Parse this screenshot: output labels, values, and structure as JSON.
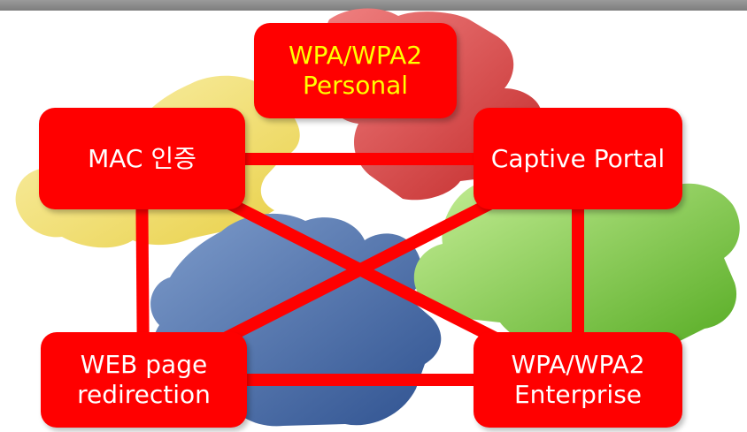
{
  "diagram": {
    "nodes": {
      "personal": "WPA/WPA2\nPersonal",
      "mac": "MAC 인증",
      "captive": "Captive Portal",
      "web": "WEB page\nredirection",
      "enterprise": "WPA/WPA2\nEnterprise"
    },
    "edges": [
      {
        "from": "mac",
        "to": "captive"
      },
      {
        "from": "mac",
        "to": "web"
      },
      {
        "from": "mac",
        "to": "enterprise"
      },
      {
        "from": "captive",
        "to": "web"
      },
      {
        "from": "captive",
        "to": "enterprise"
      },
      {
        "from": "web",
        "to": "enterprise"
      }
    ],
    "colors": {
      "node_fill": "#ff0000",
      "connector": "#ff0000",
      "highlight_text": "#ffff00",
      "text": "#ffffff",
      "puzzle_red": "#d63a3a",
      "puzzle_yellow": "#f3e27a",
      "puzzle_blue": "#4a6fa8",
      "puzzle_green": "#86cf44"
    }
  }
}
